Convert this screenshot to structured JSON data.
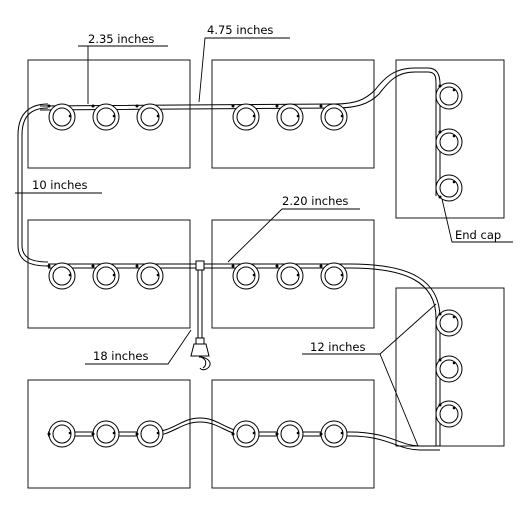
{
  "labels": {
    "l1": "2.35 inches",
    "l2": "4.75 inches",
    "l3": "10 inches",
    "l4": "2.20 inches",
    "l5": "End cap",
    "l6": "18 inches",
    "l7": "12 inches"
  }
}
